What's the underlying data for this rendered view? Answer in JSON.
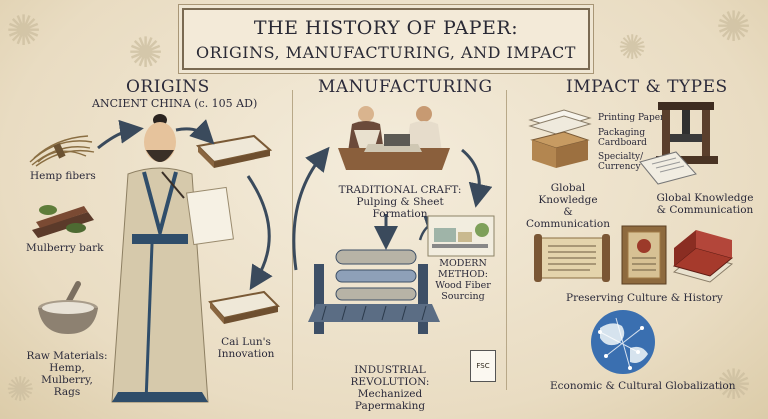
{
  "title": {
    "line1": "THE HISTORY OF PAPER:",
    "line2": "ORIGINS, MANUFACTURING, AND IMPACT"
  },
  "origins": {
    "heading": "ORIGINS",
    "subheading": "ANCIENT CHINA (c. 105 AD)",
    "hemp": "Hemp fibers",
    "mulberry": "Mulberry bark",
    "raw1": "Raw Materials:",
    "raw2": "Hemp, Mulberry,",
    "raw3": "Rags",
    "cai1": "Cai Lun's",
    "cai2": "Innovation"
  },
  "manufacturing": {
    "heading": "MANUFACTURING",
    "craft1": "TRADITIONAL CRAFT:",
    "craft2": "Pulping & Sheet Formation",
    "modern1": "MODERN METHOD:",
    "modern2": "Wood Fiber Sourcing",
    "ind1": "INDUSTRIAL REVOLUTION:",
    "ind2": "Mechanized Papermaking",
    "fsc": "FSC"
  },
  "impact": {
    "heading": "IMPACT & TYPES",
    "printing": "Printing Paper",
    "packaging1": "Packaging",
    "packaging2": "Cardboard",
    "specialty1": "Specialty/",
    "specialty2": "Currency",
    "gk1a": "Global Knowledge",
    "gk1b": "& Communication",
    "gk2a": "Global Knowledge",
    "gk2b": "& Communication",
    "preserve": "Preserving Culture & History",
    "globalization": "Economic & Cultural Globalization"
  }
}
